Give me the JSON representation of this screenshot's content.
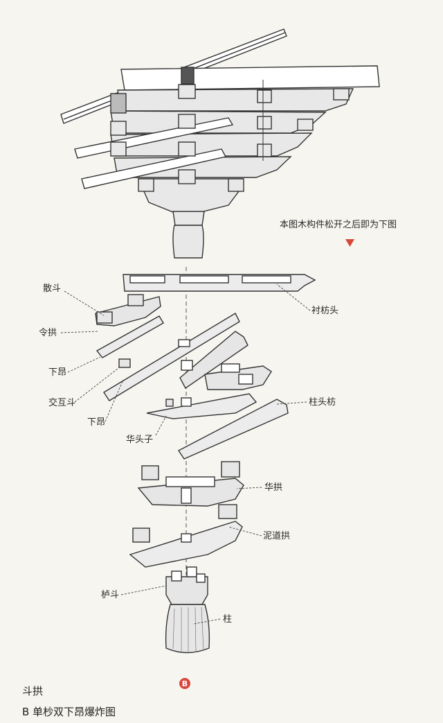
{
  "note": "本图木构件松开之后即为下图",
  "colors": {
    "accent": "#d9463b",
    "ink": "#333333",
    "wood": "#e6e6e6",
    "paper": "#f7f5ef"
  },
  "labels": {
    "sandou": "散斗",
    "linggong": "令拱",
    "xiaang1": "下昂",
    "jiaohudou": "交互斗",
    "xiaang2": "下昂",
    "huatouzi": "华头子",
    "chenfangtou": "衬枋头",
    "zhutoufang": "柱头枋",
    "huagong": "华拱",
    "nidaogong": "泥道拱",
    "ludou": "栌斗",
    "zhu": "柱"
  },
  "badge": "B",
  "caption": {
    "title": "斗拱",
    "subtitle": "B  单杪双下昂爆炸图"
  }
}
